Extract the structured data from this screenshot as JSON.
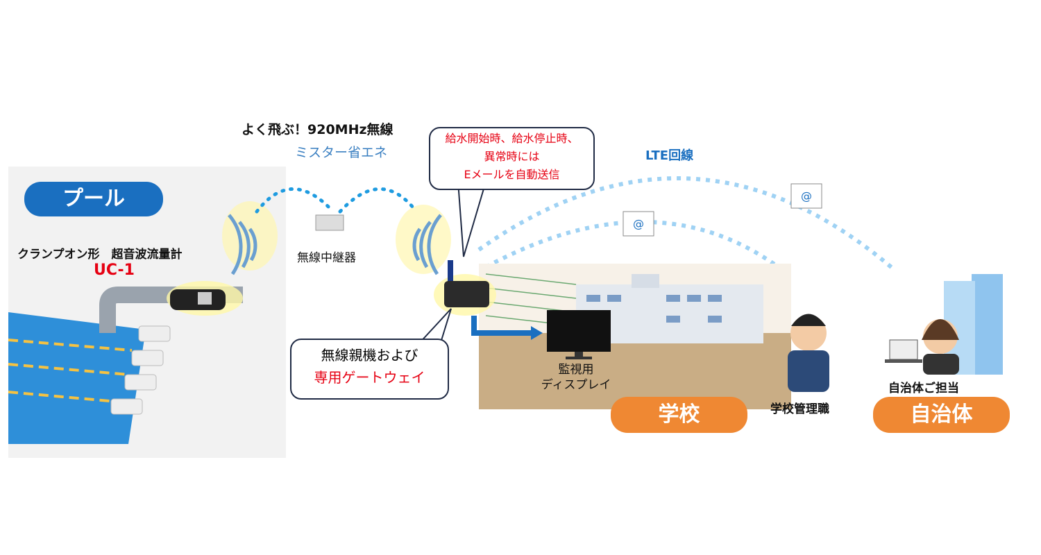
{
  "colors": {
    "blue_pill": "#1a6fc0",
    "orange_pill": "#ef8833",
    "red_text": "#e60012",
    "lte_blue": "#1a6fc0",
    "dots": "#9fd2f4"
  },
  "headline": "よく飛ぶ！920MHz無線",
  "logo": "ミスター省エネ",
  "pool": {
    "label": "プール",
    "device_desc": "クランプオン形　超音波流量計",
    "device_model": "UC-1"
  },
  "repeater": {
    "label": "無線中継器"
  },
  "email_callout": {
    "lines": [
      "給水開始時、給水停止時、",
      "異常時には",
      "Eメールを自動送信"
    ]
  },
  "gateway_callout": {
    "line1": "無線親機および",
    "line2": "専用ゲートウェイ"
  },
  "lte": {
    "label": "LTE回線"
  },
  "display": {
    "line1": "監視用",
    "line2": "ディスプレイ"
  },
  "school": {
    "label": "学校",
    "person": "学校管理職"
  },
  "municipality": {
    "label": "自治体",
    "person": "自治体ご担当"
  },
  "icons": [
    "email-envelope-icon",
    "wifi-waves-icon",
    "gateway-router-icon",
    "monitor-icon",
    "person-icon",
    "building-icon",
    "laptop-icon"
  ]
}
